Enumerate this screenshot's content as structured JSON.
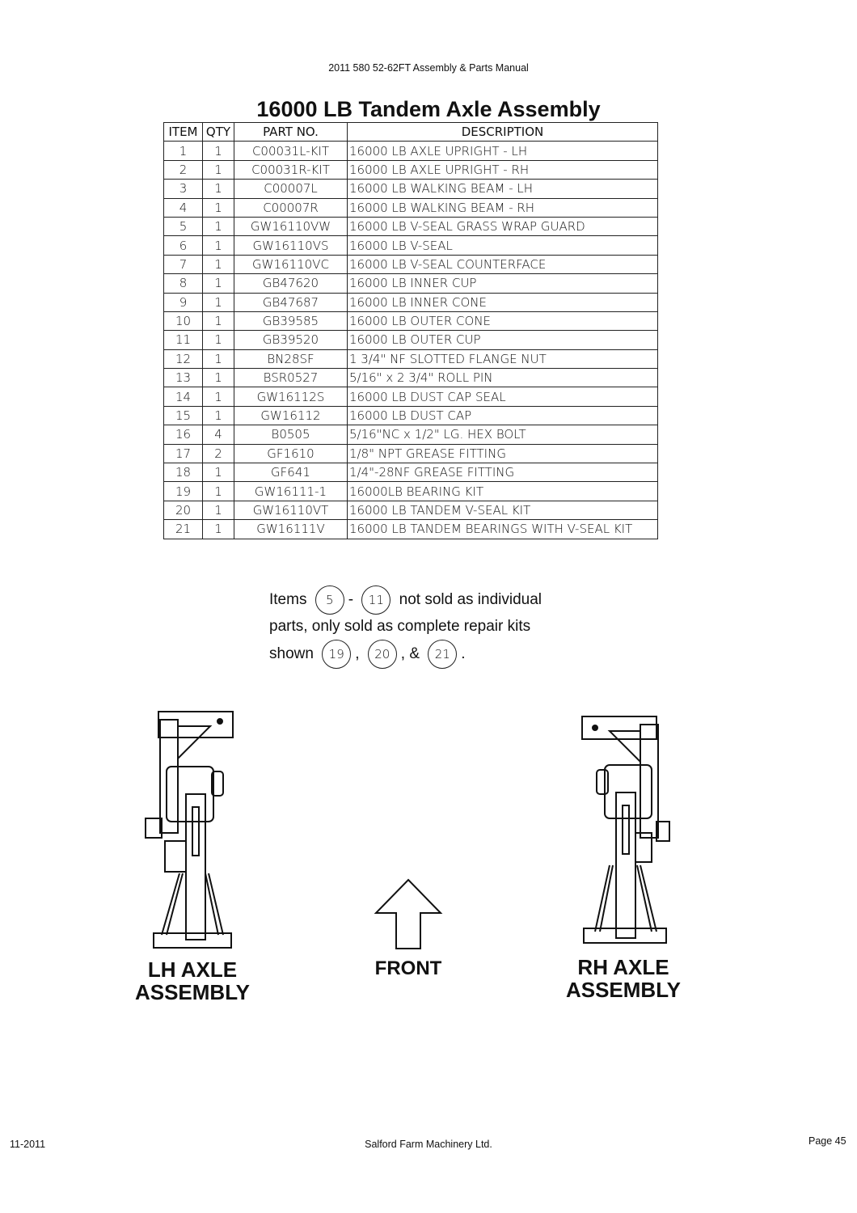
{
  "header": "2011 580 52-62FT Assembly & Parts Manual",
  "title": "16000 LB Tandem Axle Assembly",
  "table": {
    "columns": [
      "ITEM",
      "QTY",
      "PART NO.",
      "DESCRIPTION"
    ],
    "rows": [
      [
        "1",
        "1",
        "C00031L-KIT",
        "16000 LB AXLE UPRIGHT - LH"
      ],
      [
        "2",
        "1",
        "C00031R-KIT",
        "16000 LB AXLE UPRIGHT - RH"
      ],
      [
        "3",
        "1",
        "C00007L",
        "16000 LB WALKING BEAM - LH"
      ],
      [
        "4",
        "1",
        "C00007R",
        "16000 LB WALKING BEAM - RH"
      ],
      [
        "5",
        "1",
        "GW16110VW",
        "16000 LB V-SEAL GRASS WRAP GUARD"
      ],
      [
        "6",
        "1",
        "GW16110VS",
        "16000 LB V-SEAL"
      ],
      [
        "7",
        "1",
        "GW16110VC",
        "16000 LB V-SEAL COUNTERFACE"
      ],
      [
        "8",
        "1",
        "GB47620",
        "16000 LB INNER CUP"
      ],
      [
        "9",
        "1",
        "GB47687",
        "16000 LB INNER CONE"
      ],
      [
        "10",
        "1",
        "GB39585",
        "16000 LB OUTER CONE"
      ],
      [
        "11",
        "1",
        "GB39520",
        "16000 LB OUTER CUP"
      ],
      [
        "12",
        "1",
        "BN28SF",
        "1 3/4\" NF SLOTTED FLANGE NUT"
      ],
      [
        "13",
        "1",
        "BSR0527",
        "5/16\" x 2 3/4\" ROLL PIN"
      ],
      [
        "14",
        "1",
        "GW16112S",
        "16000 LB DUST CAP SEAL"
      ],
      [
        "15",
        "1",
        "GW16112",
        "16000 LB DUST CAP"
      ],
      [
        "16",
        "4",
        "B0505",
        "5/16\"NC x 1/2\" LG. HEX BOLT"
      ],
      [
        "17",
        "2",
        "GF1610",
        "1/8\" NPT GREASE FITTING"
      ],
      [
        "18",
        "1",
        "GF641",
        "1/4\"-28NF GREASE FITTING"
      ],
      [
        "19",
        "1",
        "GW16111-1",
        "16000LB BEARING KIT"
      ],
      [
        "20",
        "1",
        "GW16110VT",
        "16000 LB TANDEM V-SEAL KIT"
      ],
      [
        "21",
        "1",
        "GW16111V",
        "16000 LB TANDEM BEARINGS WITH V-SEAL KIT"
      ]
    ]
  },
  "note": {
    "items_word": "Items",
    "item_a": "5",
    "dash": "-",
    "item_b": "11",
    "line1_rest": "not sold as individual",
    "line2": "parts, only sold as complete repair kits",
    "shown_word": "shown",
    "kit_a": "19",
    "comma1": ",",
    "kit_b": "20",
    "comma_amp": ", &",
    "kit_c": "21",
    "period": "."
  },
  "labels": {
    "lh_line1": "LH AXLE",
    "lh_line2": "ASSEMBLY",
    "front": "FRONT",
    "rh_line1": "RH AXLE",
    "rh_line2": "ASSEMBLY"
  },
  "footer": {
    "date": "11-2011",
    "company": "Salford Farm Machinery Ltd.",
    "page": "Page 45"
  }
}
